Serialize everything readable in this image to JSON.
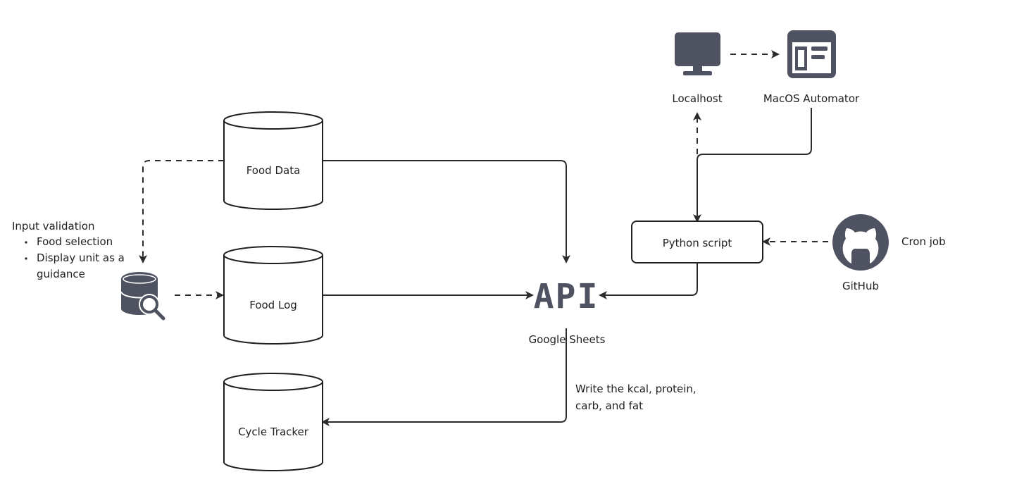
{
  "nodes": {
    "food_data": "Food Data",
    "food_log": "Food Log",
    "cycle_tracker": "Cycle Tracker",
    "python_script": "Python script",
    "localhost": "Localhost",
    "macos_automator": "MacOS Automator",
    "github": "GitHub",
    "cron_job": "Cron job",
    "api_glyph": "API",
    "google_sheets": "Google Sheets"
  },
  "annotations": {
    "input_validation_title": "Input validation",
    "input_validation_items": [
      "Food selection",
      "Display unit as a",
      "guidance"
    ],
    "write_note_line1": "Write the kcal, protein,",
    "write_note_line2": "carb, and fat"
  },
  "colors": {
    "icon": "#4f5260",
    "stroke": "#2b2b2b"
  },
  "icons": [
    "monitor-icon",
    "automator-window-icon",
    "database-search-icon",
    "github-icon",
    "api-icon"
  ]
}
